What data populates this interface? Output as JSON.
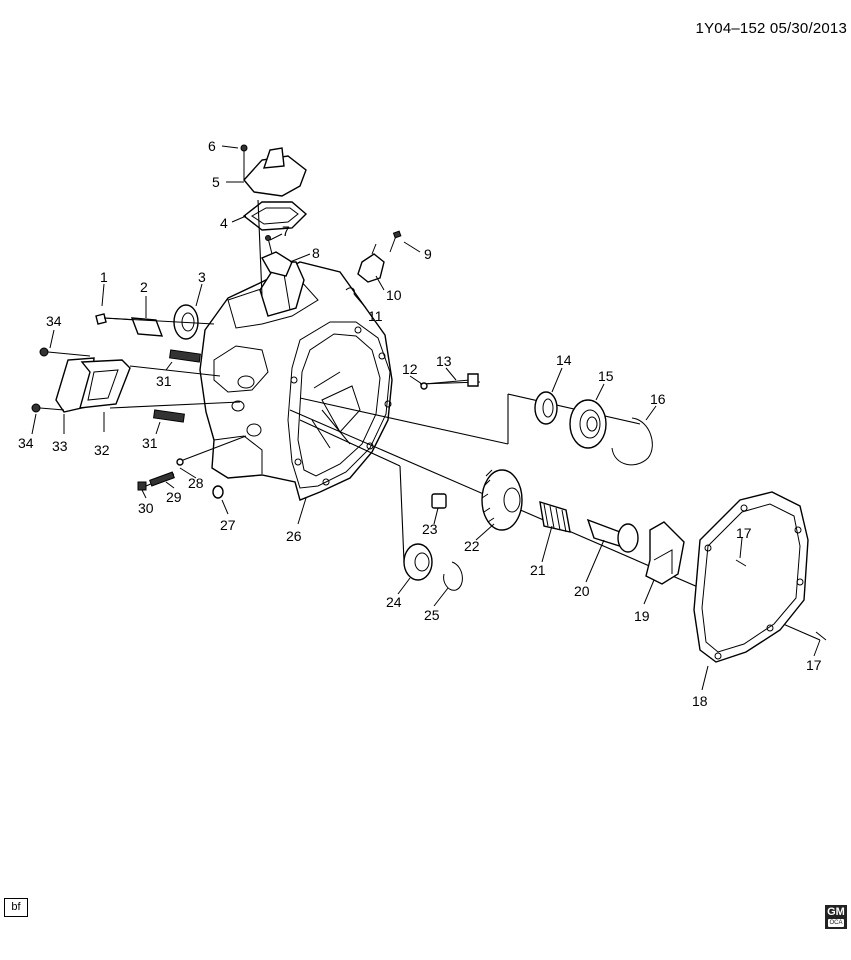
{
  "header": {
    "ref_code": "1Y04–152  05/30/2013"
  },
  "footer": {
    "bf_label": "bf",
    "logo_main": "GM",
    "logo_sub": "OCA"
  },
  "callouts": [
    {
      "id": "c1",
      "text": "1"
    },
    {
      "id": "c2",
      "text": "2"
    },
    {
      "id": "c3",
      "text": "3"
    },
    {
      "id": "c4",
      "text": "4"
    },
    {
      "id": "c5",
      "text": "5"
    },
    {
      "id": "c6",
      "text": "6"
    },
    {
      "id": "c7",
      "text": "7"
    },
    {
      "id": "c8",
      "text": "8"
    },
    {
      "id": "c9",
      "text": "9"
    },
    {
      "id": "c10",
      "text": "10"
    },
    {
      "id": "c11",
      "text": "11"
    },
    {
      "id": "c12",
      "text": "12"
    },
    {
      "id": "c13",
      "text": "13"
    },
    {
      "id": "c14",
      "text": "14"
    },
    {
      "id": "c15",
      "text": "15"
    },
    {
      "id": "c16",
      "text": "16"
    },
    {
      "id": "c17a",
      "text": "17"
    },
    {
      "id": "c17b",
      "text": "17"
    },
    {
      "id": "c18",
      "text": "18"
    },
    {
      "id": "c19",
      "text": "19"
    },
    {
      "id": "c20",
      "text": "20"
    },
    {
      "id": "c21",
      "text": "21"
    },
    {
      "id": "c22",
      "text": "22"
    },
    {
      "id": "c23",
      "text": "23"
    },
    {
      "id": "c24",
      "text": "24"
    },
    {
      "id": "c25",
      "text": "25"
    },
    {
      "id": "c26",
      "text": "26"
    },
    {
      "id": "c27",
      "text": "27"
    },
    {
      "id": "c28",
      "text": "28"
    },
    {
      "id": "c29",
      "text": "29"
    },
    {
      "id": "c30",
      "text": "30"
    },
    {
      "id": "c31a",
      "text": "31"
    },
    {
      "id": "c31b",
      "text": "31"
    },
    {
      "id": "c32",
      "text": "32"
    },
    {
      "id": "c33",
      "text": "33"
    },
    {
      "id": "c34a",
      "text": "34"
    },
    {
      "id": "c34b",
      "text": "34"
    }
  ]
}
